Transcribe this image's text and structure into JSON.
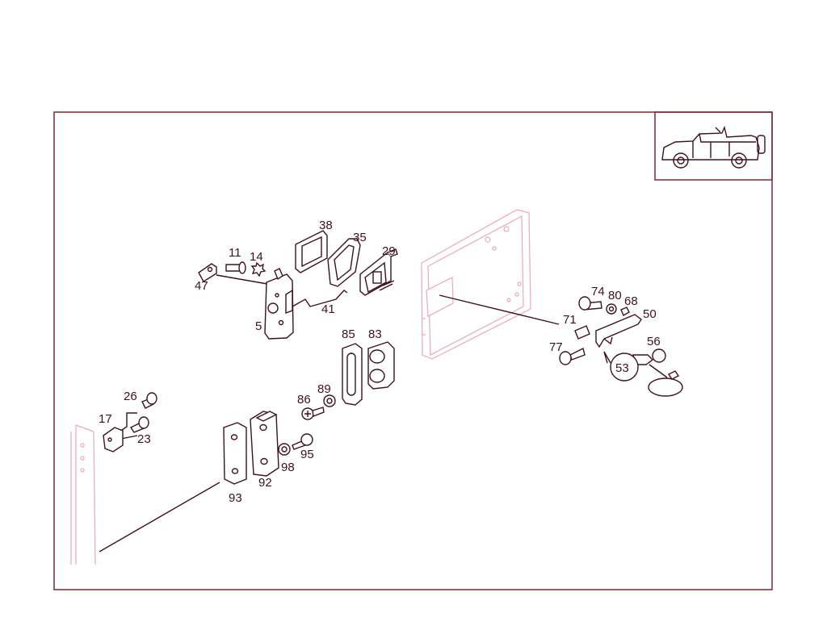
{
  "diagram": {
    "colors": {
      "frame": "#6e1a2c",
      "ink": "#3a1220",
      "ghost": "#e7a9bb"
    },
    "icons": [
      "vehicle-icon"
    ],
    "callouts": [
      "38",
      "35",
      "29",
      "11",
      "14",
      "47",
      "5",
      "41",
      "85",
      "83",
      "86",
      "89",
      "26",
      "17",
      "23",
      "95",
      "98",
      "92",
      "93",
      "74",
      "80",
      "68",
      "50",
      "71",
      "77",
      "56",
      "53"
    ]
  }
}
